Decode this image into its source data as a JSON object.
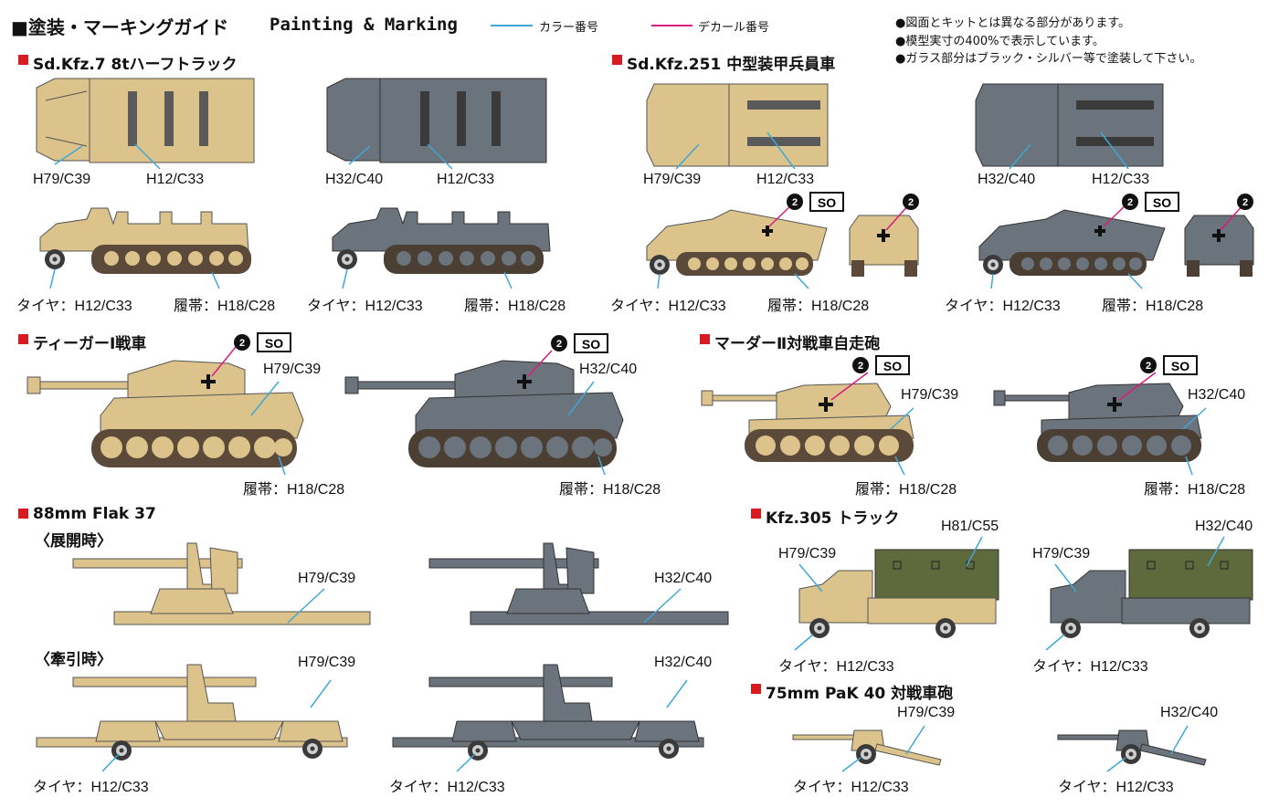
{
  "header": {
    "title_jp": "■塗装・マーキングガイド",
    "title_en": "Painting & Marking",
    "legend": [
      {
        "label": "カラー番号",
        "color": "#3ea7d8",
        "icon": "cyan-leader-line"
      },
      {
        "label": "デカール番号",
        "color": "#d81b7a",
        "icon": "magenta-leader-line"
      }
    ],
    "notes": [
      "●図面とキットとは異なる部分があります。",
      "●模型実寸の400%で表示しています。",
      "●ガラス部分はブラック・シルバー等で塗装して下さい。"
    ]
  },
  "colors": {
    "sand": "#dcc38c",
    "grey": "#6b737c",
    "dark": "#3a3a3a",
    "track": "#5b4a3a",
    "accent": "#d81b20",
    "cyan": "#3ea7d8",
    "magenta": "#d81b7a",
    "tarp": "#5e6a3c"
  },
  "sections": {
    "sdkfz7": {
      "title": "Sd.Kfz.7 8tハーフトラック",
      "top_sand": [
        "H79/C39",
        "H12/C33"
      ],
      "top_grey": [
        "H32/C40",
        "H12/C33"
      ],
      "side_sand": [
        "タイヤ：H12/C33",
        "履帯：H18/C28"
      ],
      "side_grey": [
        "タイヤ：H12/C33",
        "履帯：H18/C28"
      ]
    },
    "sdkfz251": {
      "title": "Sd.Kfz.251 中型装甲兵員車",
      "top_sand": [
        "H79/C39",
        "H12/C33"
      ],
      "top_grey": [
        "H32/C40",
        "H12/C33"
      ],
      "side_sand": [
        "タイヤ：H12/C33",
        "履帯：H18/C28"
      ],
      "side_grey": [
        "タイヤ：H12/C33",
        "履帯：H18/C28"
      ],
      "decals": [
        "2",
        "SO"
      ]
    },
    "tiger": {
      "title": "ティーガーⅠ戦車",
      "sand": [
        "H79/C39",
        "履帯：H18/C28"
      ],
      "grey": [
        "H32/C40",
        "履帯：H18/C28"
      ],
      "decals": [
        "2",
        "SO"
      ]
    },
    "marder": {
      "title": "マーダーⅡ対戦車自走砲",
      "sand": [
        "H79/C39",
        "履帯：H18/C28"
      ],
      "grey": [
        "H32/C40",
        "履帯：H18/C28"
      ],
      "decals": [
        "2",
        "SO"
      ]
    },
    "flak": {
      "title": "88mm Flak 37",
      "deployed": "〈展開時〉",
      "towed": "〈牽引時〉",
      "deployed_sand": "H79/C39",
      "deployed_grey": "H32/C40",
      "towed_sand": [
        "H79/C39",
        "タイヤ：H12/C33"
      ],
      "towed_grey": [
        "H32/C40",
        "タイヤ：H12/C33"
      ]
    },
    "kfz305": {
      "title": "Kfz.305 トラック",
      "sand": [
        "H81/C55",
        "H79/C39",
        "タイヤ：H12/C33"
      ],
      "grey": [
        "H32/C40",
        "H79/C39",
        "タイヤ：H12/C33"
      ]
    },
    "pak40": {
      "title": "75mm PaK 40 対戦車砲",
      "sand": [
        "H79/C39",
        "タイヤ：H12/C33"
      ],
      "grey": [
        "H32/C40",
        "タイヤ：H12/C33"
      ]
    }
  }
}
